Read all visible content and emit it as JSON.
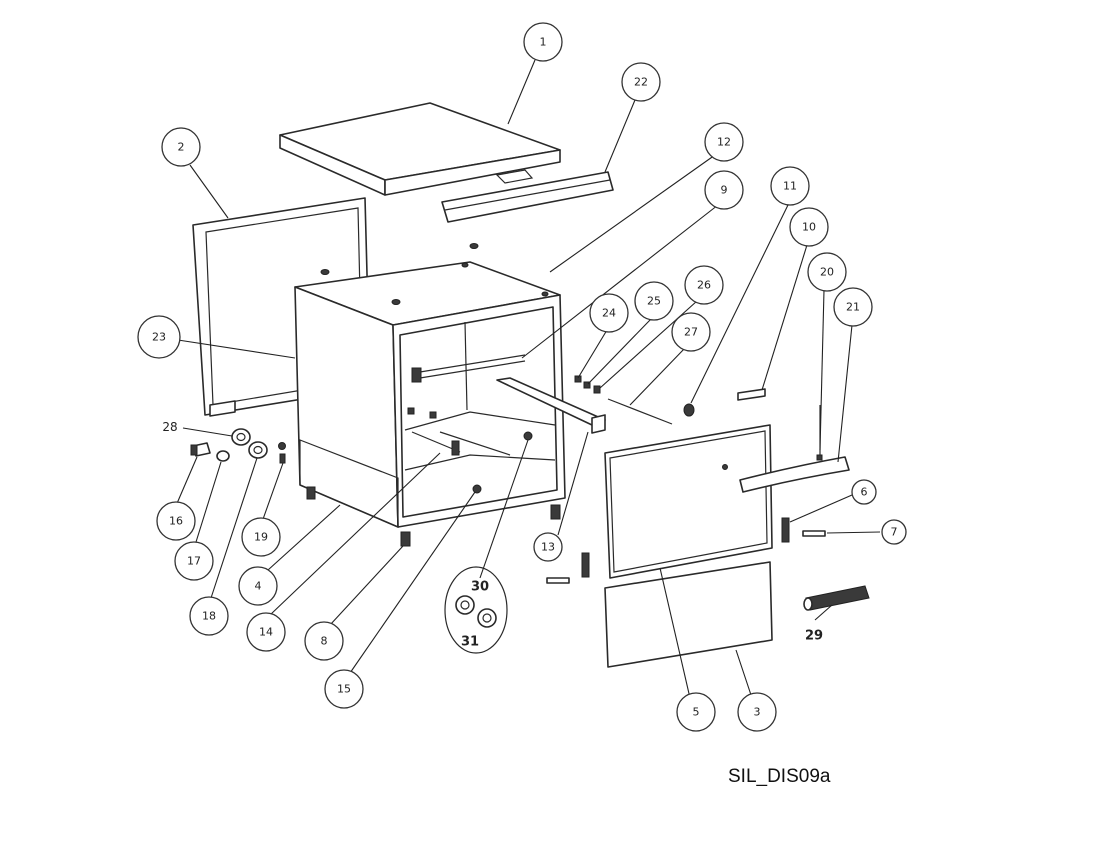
{
  "drawing_code": "SIL_DIS09a",
  "callouts": [
    {
      "id": "c1",
      "label": "1"
    },
    {
      "id": "c22",
      "label": "22"
    },
    {
      "id": "c2",
      "label": "2"
    },
    {
      "id": "c12",
      "label": "12"
    },
    {
      "id": "c9",
      "label": "9"
    },
    {
      "id": "c11",
      "label": "11"
    },
    {
      "id": "c10",
      "label": "10"
    },
    {
      "id": "c20",
      "label": "20"
    },
    {
      "id": "c21",
      "label": "21"
    },
    {
      "id": "c24",
      "label": "24"
    },
    {
      "id": "c25",
      "label": "25"
    },
    {
      "id": "c26",
      "label": "26"
    },
    {
      "id": "c27",
      "label": "27"
    },
    {
      "id": "c23",
      "label": "23"
    },
    {
      "id": "c28",
      "label": "28"
    },
    {
      "id": "c16",
      "label": "16"
    },
    {
      "id": "c17",
      "label": "17"
    },
    {
      "id": "c18",
      "label": "18"
    },
    {
      "id": "c19",
      "label": "19"
    },
    {
      "id": "c4",
      "label": "4"
    },
    {
      "id": "c14",
      "label": "14"
    },
    {
      "id": "c8",
      "label": "8"
    },
    {
      "id": "c15",
      "label": "15"
    },
    {
      "id": "c30",
      "label": "30"
    },
    {
      "id": "c31",
      "label": "31"
    },
    {
      "id": "c13",
      "label": "13"
    },
    {
      "id": "c6",
      "label": "6"
    },
    {
      "id": "c7",
      "label": "7"
    },
    {
      "id": "c29",
      "label": "29"
    },
    {
      "id": "c5",
      "label": "5"
    },
    {
      "id": "c3",
      "label": "3"
    }
  ]
}
